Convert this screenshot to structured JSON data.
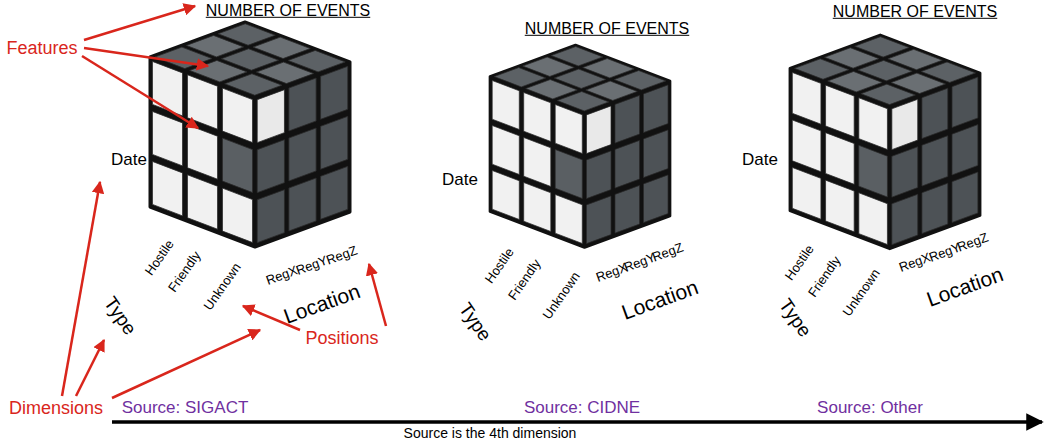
{
  "diagram": {
    "labels": [
      "NUMBER OF EVENTS",
      "Features",
      "Date",
      "Hostile",
      "Friendly",
      "Unknown",
      "RegX",
      "RegY",
      "RegZ",
      "Location",
      "Type",
      "Positions",
      "Dimensions",
      "Source: SIGACT",
      "NUMBER OF EVENTS",
      "Date",
      "Hostile",
      "Friendly",
      "Unknown",
      "RegX",
      "RegY",
      "RegZ",
      "Location",
      "Type",
      "Source: CIDNE",
      "NUMBER OF EVENTS",
      "Date",
      "Hostile",
      "Friendly",
      "Unknown",
      "RegX",
      "RegY",
      "RegZ",
      "Location",
      "Type",
      "Source: Other",
      "Source is the 4th dimension"
    ]
  }
}
